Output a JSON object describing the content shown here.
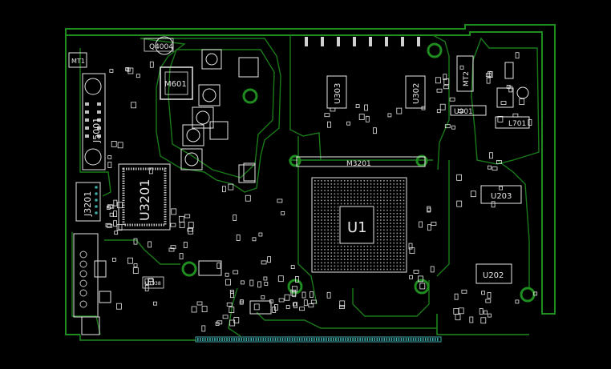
{
  "colors": {
    "background": "#000000",
    "outline": "#1f8c1f",
    "trace": "#1a7a1a",
    "silk": "#e6e6e6",
    "pad": "#bfbfbf",
    "connector": "#3fa7a7"
  },
  "designators": {
    "u3201": "U3201",
    "j3201": "J3201",
    "u1": "U1",
    "u202": "U202",
    "u203": "U203",
    "u302": "U302",
    "u303": "U303",
    "q4004": "Q4004",
    "m601": "M601",
    "l701": "L701",
    "mt1": "MT1",
    "mt2": "MT2",
    "j5001": "J5001",
    "m3201": "M3201",
    "u1938": "U1938",
    "u901": "U901"
  }
}
